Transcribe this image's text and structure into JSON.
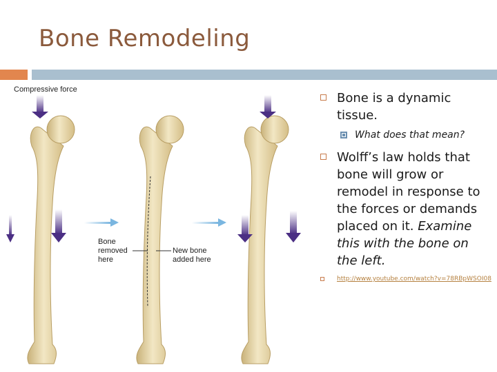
{
  "slide": {
    "title": "Bone Remodeling"
  },
  "figure": {
    "label_compressive": "Compressive force",
    "label_removed": "Bone\nremoved\nhere",
    "label_added": "New bone\nadded here"
  },
  "bullets": [
    {
      "text": "Bone is a dynamic tissue."
    },
    {
      "text": "What does that mean?"
    },
    {
      "text": "Wolff’s law holds that bone will grow or remodel in response to the forces or demands placed on it.",
      "italic_tail": "Examine this with the bone on the left."
    }
  ],
  "link": {
    "text": "http://www.youtube.com/watch?v=78RBpWSOI08"
  },
  "colors": {
    "title": "#8b5a3c",
    "accent_bar": "#e2864e",
    "main_bar": "#a9bfcf",
    "arrow_purple": "#5a3d8c",
    "bone": "#eadbb0"
  }
}
